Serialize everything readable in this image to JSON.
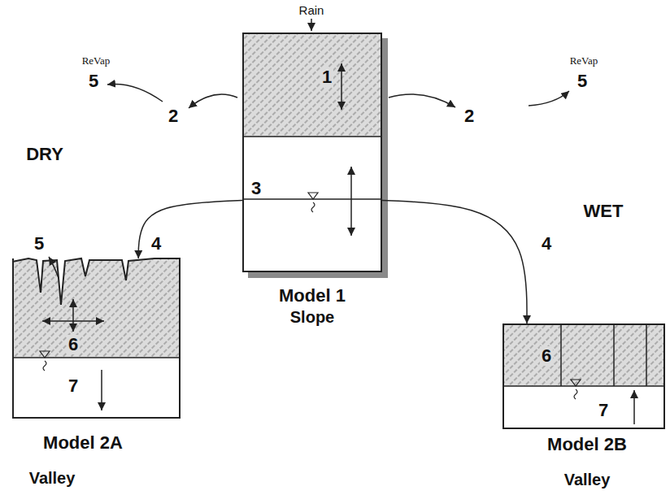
{
  "diagram": {
    "nodes": [
      {
        "text": [
          "Model 1",
          "Slope"
        ]
      },
      {
        "text": [
          "Model 2A",
          "Valley"
        ]
      },
      {
        "text": [
          "Model 2B",
          "Valley"
        ]
      }
    ],
    "edges": [
      {
        "from": 0,
        "to": 1,
        "label": "4",
        "arrow": "to"
      },
      {
        "from": 0,
        "to": 2,
        "label": "4",
        "arrow": "to"
      }
    ],
    "labels": [
      "Rain",
      "ReVap",
      "5",
      "2",
      "1",
      "2",
      "ReVap",
      "5",
      "DRY",
      "3",
      "WET",
      "5",
      "6",
      "7",
      "6",
      "7"
    ]
  }
}
